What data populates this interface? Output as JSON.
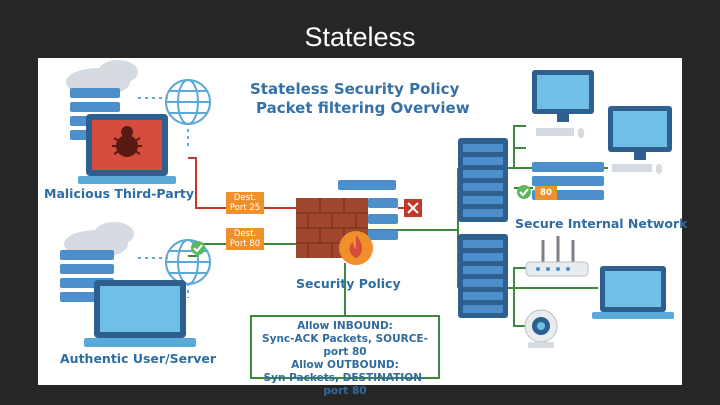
{
  "slide": {
    "title": "Stateless"
  },
  "diagram": {
    "heading_line1": "Stateless Security Policy",
    "heading_line2": "Packet filtering Overview",
    "malicious_label": "Malicious Third-Party",
    "authentic_label": "Authentic User/Server",
    "secure_label": "Secure Internal Network",
    "policy_label": "Security Policy",
    "tag_port25": "Dest. Port 25",
    "tag_port80": "Dest. Port 80",
    "tag_80": "80",
    "rules": [
      "Allow INBOUND:",
      "Sync-ACK Packets, SOURCE-port 80",
      "Allow OUTBOUND:",
      "Syn Packets, DESTINATION-port 80"
    ],
    "colors": {
      "blue": "#2e6da4",
      "red_line": "#c0392b",
      "green_line": "#3d8a3d",
      "orange_tag": "#f0902b",
      "firewall": "#a0472e",
      "server": "#2d5f8f"
    }
  }
}
